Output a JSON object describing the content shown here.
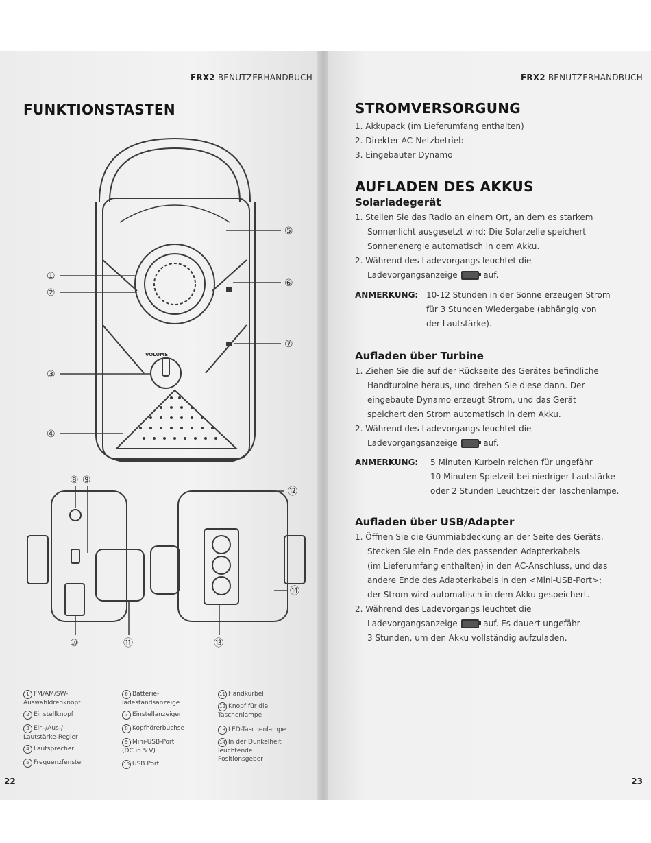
{
  "left": {
    "running_head_brand": "FRX2",
    "running_head_text": " BENUTZERHANDBUCH",
    "title": "FUNKTIONSTASTEN",
    "page_number": "22",
    "diagram": {
      "callouts": [
        "①",
        "②",
        "③",
        "④",
        "⑤",
        "⑥",
        "⑦",
        "⑧",
        "⑨",
        "⑩",
        "⑪",
        "⑫",
        "⑬",
        "⑭"
      ],
      "volume_label": "VOLUME"
    },
    "legend": [
      {
        "num": "1",
        "text": "FM/AM/SW-\nAuswahldrehknopf"
      },
      {
        "num": "2",
        "text": "Einstellknopf"
      },
      {
        "num": "3",
        "text": "Ein-/Aus-/\nLautstärke-Regler"
      },
      {
        "num": "4",
        "text": "Lautsprecher"
      },
      {
        "num": "5",
        "text": "Frequenzfenster"
      },
      {
        "num": "6",
        "text": "Batterie-\nladestandsanzeige"
      },
      {
        "num": "7",
        "text": "Einstellanzeiger"
      },
      {
        "num": "8",
        "text": "Kopfhörerbuchse"
      },
      {
        "num": "9",
        "text": "Mini-USB-Port\n(DC in 5 V)"
      },
      {
        "num": "10",
        "text": "USB Port"
      },
      {
        "num": "11",
        "text": "Handkurbel"
      },
      {
        "num": "12",
        "text": "Knopf für die\nTaschenlampe"
      },
      {
        "num": "13",
        "text": "LED-Taschenlampe"
      },
      {
        "num": "14",
        "text": "In der Dunkelheit\nleuchtende\nPositionsgeber"
      }
    ]
  },
  "right": {
    "running_head_brand": "FRX2",
    "running_head_text": " BENUTZERHANDBUCH",
    "page_number": "23",
    "power_title": "STROMVERSORGUNG",
    "power_items": [
      "1. Akkupack (im Lieferumfang enthalten)",
      "2. Direkter AC-Netzbetrieb",
      "3. Eingebauter Dynamo"
    ],
    "charging_title": "AUFLADEN DES AKKUS",
    "solar": {
      "title": "Solarladegerät",
      "l1": "1. Stellen Sie das Radio an einem Ort, an dem es starkem",
      "l2": "Sonnenlicht ausgesetzt wird: Die Solarzelle speichert",
      "l3": "Sonnenenergie automatisch in dem Akku.",
      "l4": "2. Während des Ladevorgangs leuchtet die",
      "l5a": "Ladevorgangsanzeige",
      "l5b": "auf.",
      "note_label": "ANMERKUNG:",
      "note1": "10-12 Stunden in der Sonne erzeugen Strom",
      "note2": "für 3 Stunden Wiedergabe (abhängig von",
      "note3": "der Lautstärke)."
    },
    "turbine": {
      "title": "Aufladen über Turbine",
      "l1": "1. Ziehen Sie die auf der Rückseite des Gerätes befindliche",
      "l2": "Handturbine heraus, und drehen Sie diese dann. Der",
      "l3": "eingebaute Dynamo erzeugt Strom, und das Gerät",
      "l4": "speichert den Strom automatisch in dem Akku.",
      "l5": "2. Während des Ladevorgangs leuchtet die",
      "l6a": "Ladevorgangsanzeige",
      "l6b": "auf.",
      "note_label": "ANMERKUNG:",
      "note1": "5 Minuten Kurbeln reichen für ungefähr",
      "note2": "10 Minuten Spielzeit bei niedriger Lautstärke",
      "note3": "oder 2 Stunden Leuchtzeit der Taschenlampe."
    },
    "usb": {
      "title": "Aufladen über USB/Adapter",
      "l1": "1. Öffnen Sie die Gummiabdeckung an der Seite des Geräts.",
      "l2": "Stecken Sie ein Ende des passenden Adapterkabels",
      "l3": "(im Lieferumfang enthalten) in den AC-Anschluss, und das",
      "l4": "andere Ende des Adapterkabels in den <Mini-USB-Port>;",
      "l5": "der Strom wird automatisch in dem Akku gespeichert.",
      "l6": "2. Während des Ladevorgangs leuchtet die",
      "l7a": "Ladevorgangsanzeige",
      "l7b": "auf. Es dauert ungefähr",
      "l8": "3 Stunden, um den Akku vollständig aufzuladen."
    }
  }
}
